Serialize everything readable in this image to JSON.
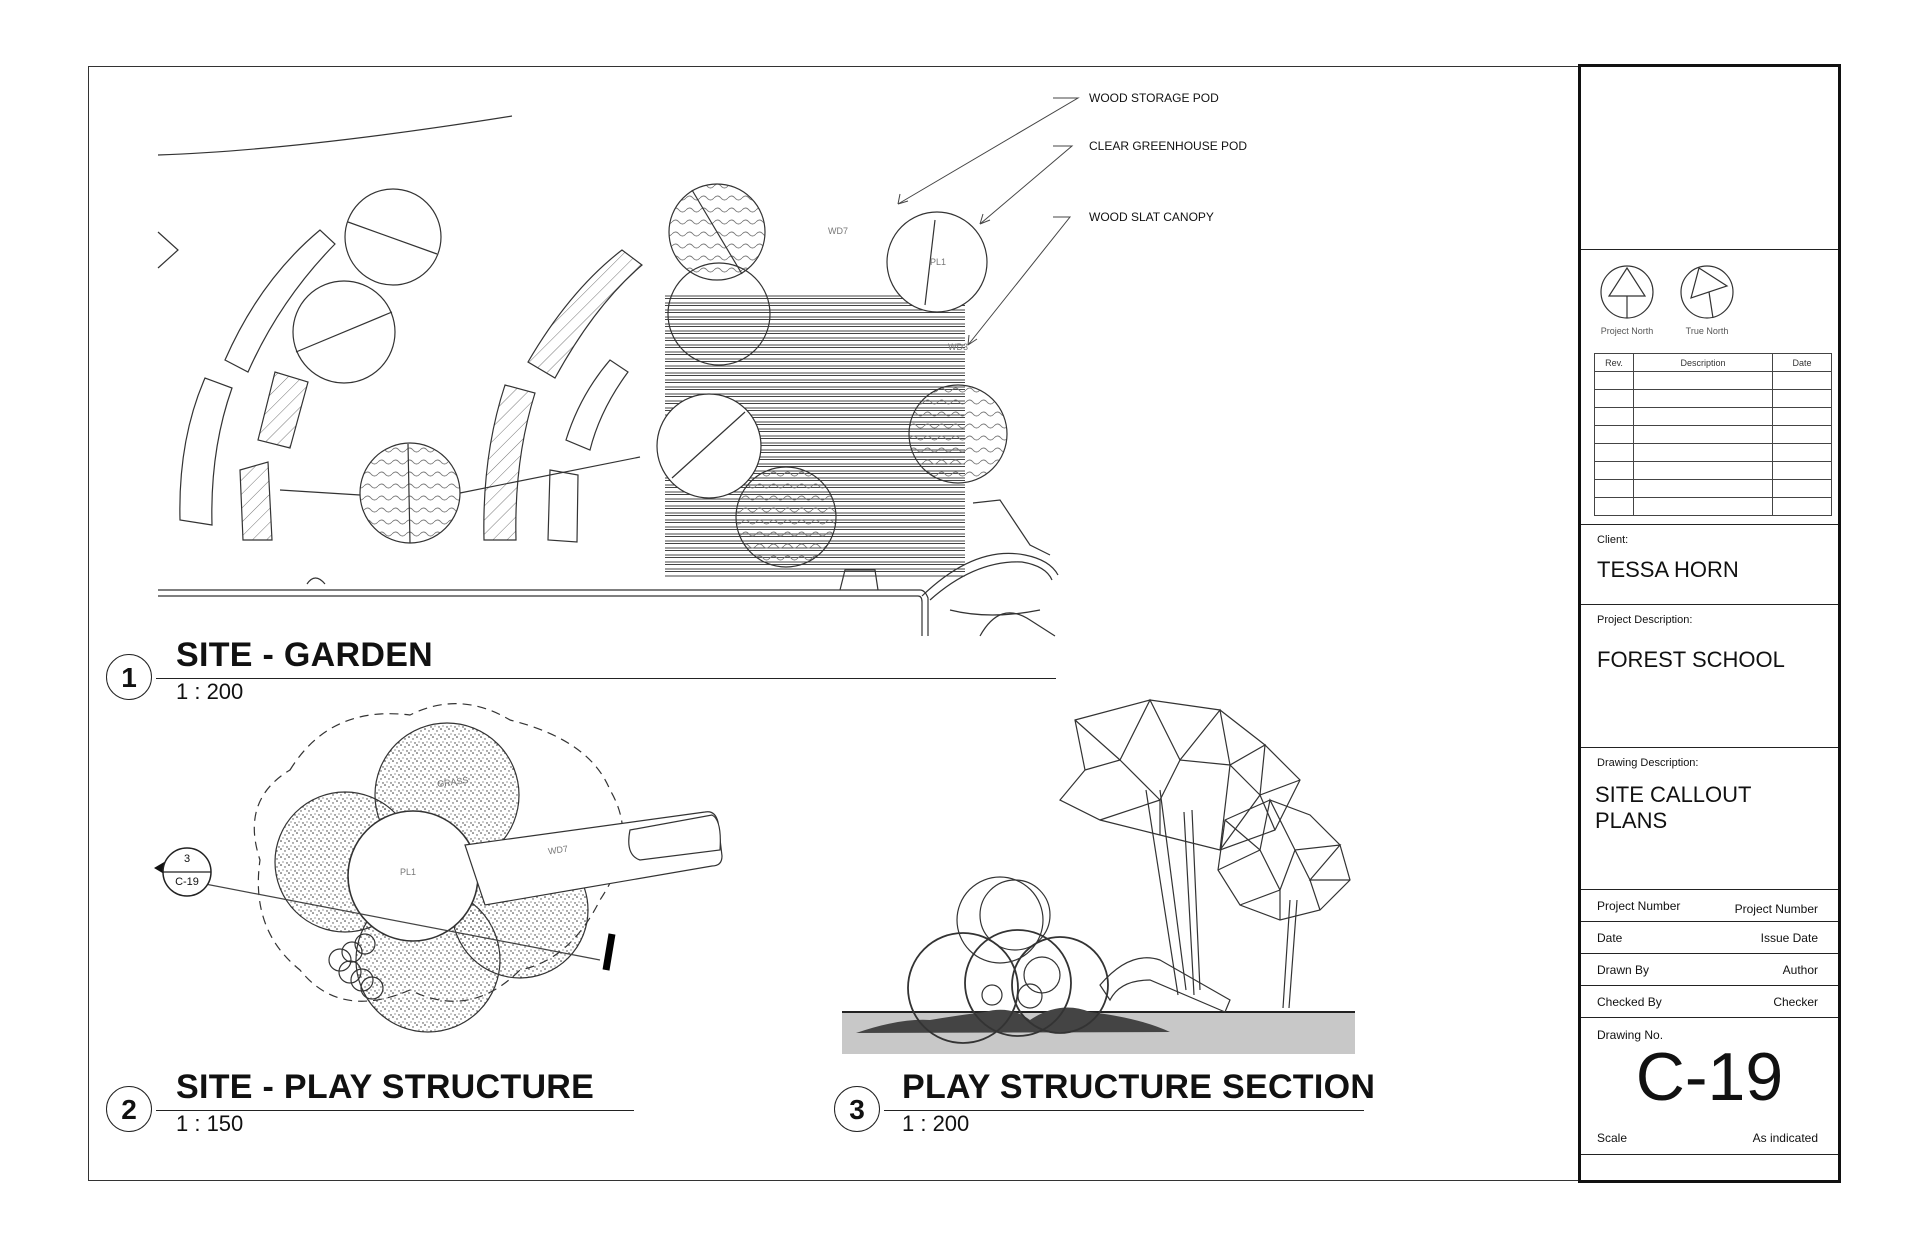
{
  "callouts": {
    "wood_storage": "WOOD STORAGE POD",
    "greenhouse": "CLEAR GREENHOUSE POD",
    "canopy": "WOOD SLAT CANOPY"
  },
  "plan_tags": {
    "wd7_top": "WD7",
    "pl1_top": "PL1",
    "wd3_top": "WD3",
    "grass": "GRASS",
    "pl1_play": "PL1",
    "wd7_play": "WD7"
  },
  "section_marker": {
    "number": "3",
    "sheet": "C-19"
  },
  "views": [
    {
      "number": "1",
      "title": "SITE - GARDEN",
      "scale": "1 : 200"
    },
    {
      "number": "2",
      "title": "SITE - PLAY STRUCTURE",
      "scale": "1 : 150"
    },
    {
      "number": "3",
      "title": "PLAY STRUCTURE SECTION",
      "scale": "1 : 200"
    }
  ],
  "title_block": {
    "north": {
      "project": "Project North",
      "true": "True North"
    },
    "revision_headers": {
      "rev": "Rev.",
      "description": "Description",
      "date": "Date"
    },
    "client_label": "Client:",
    "client": "TESSA HORN",
    "project_desc_label": "Project Description:",
    "project_desc": "FOREST SCHOOL",
    "drawing_desc_label": "Drawing Description:",
    "drawing_desc_line1": "SITE CALLOUT",
    "drawing_desc_line2": "PLANS",
    "fields": [
      {
        "label": "Project Number",
        "value": "Project Number"
      },
      {
        "label": "Date",
        "value": "Issue Date"
      },
      {
        "label": "Drawn By",
        "value": "Author"
      },
      {
        "label": "Checked By",
        "value": "Checker"
      }
    ],
    "drawing_no_label": "Drawing No.",
    "drawing_no": "C-19",
    "scale_label": "Scale",
    "scale_value": "As indicated"
  }
}
